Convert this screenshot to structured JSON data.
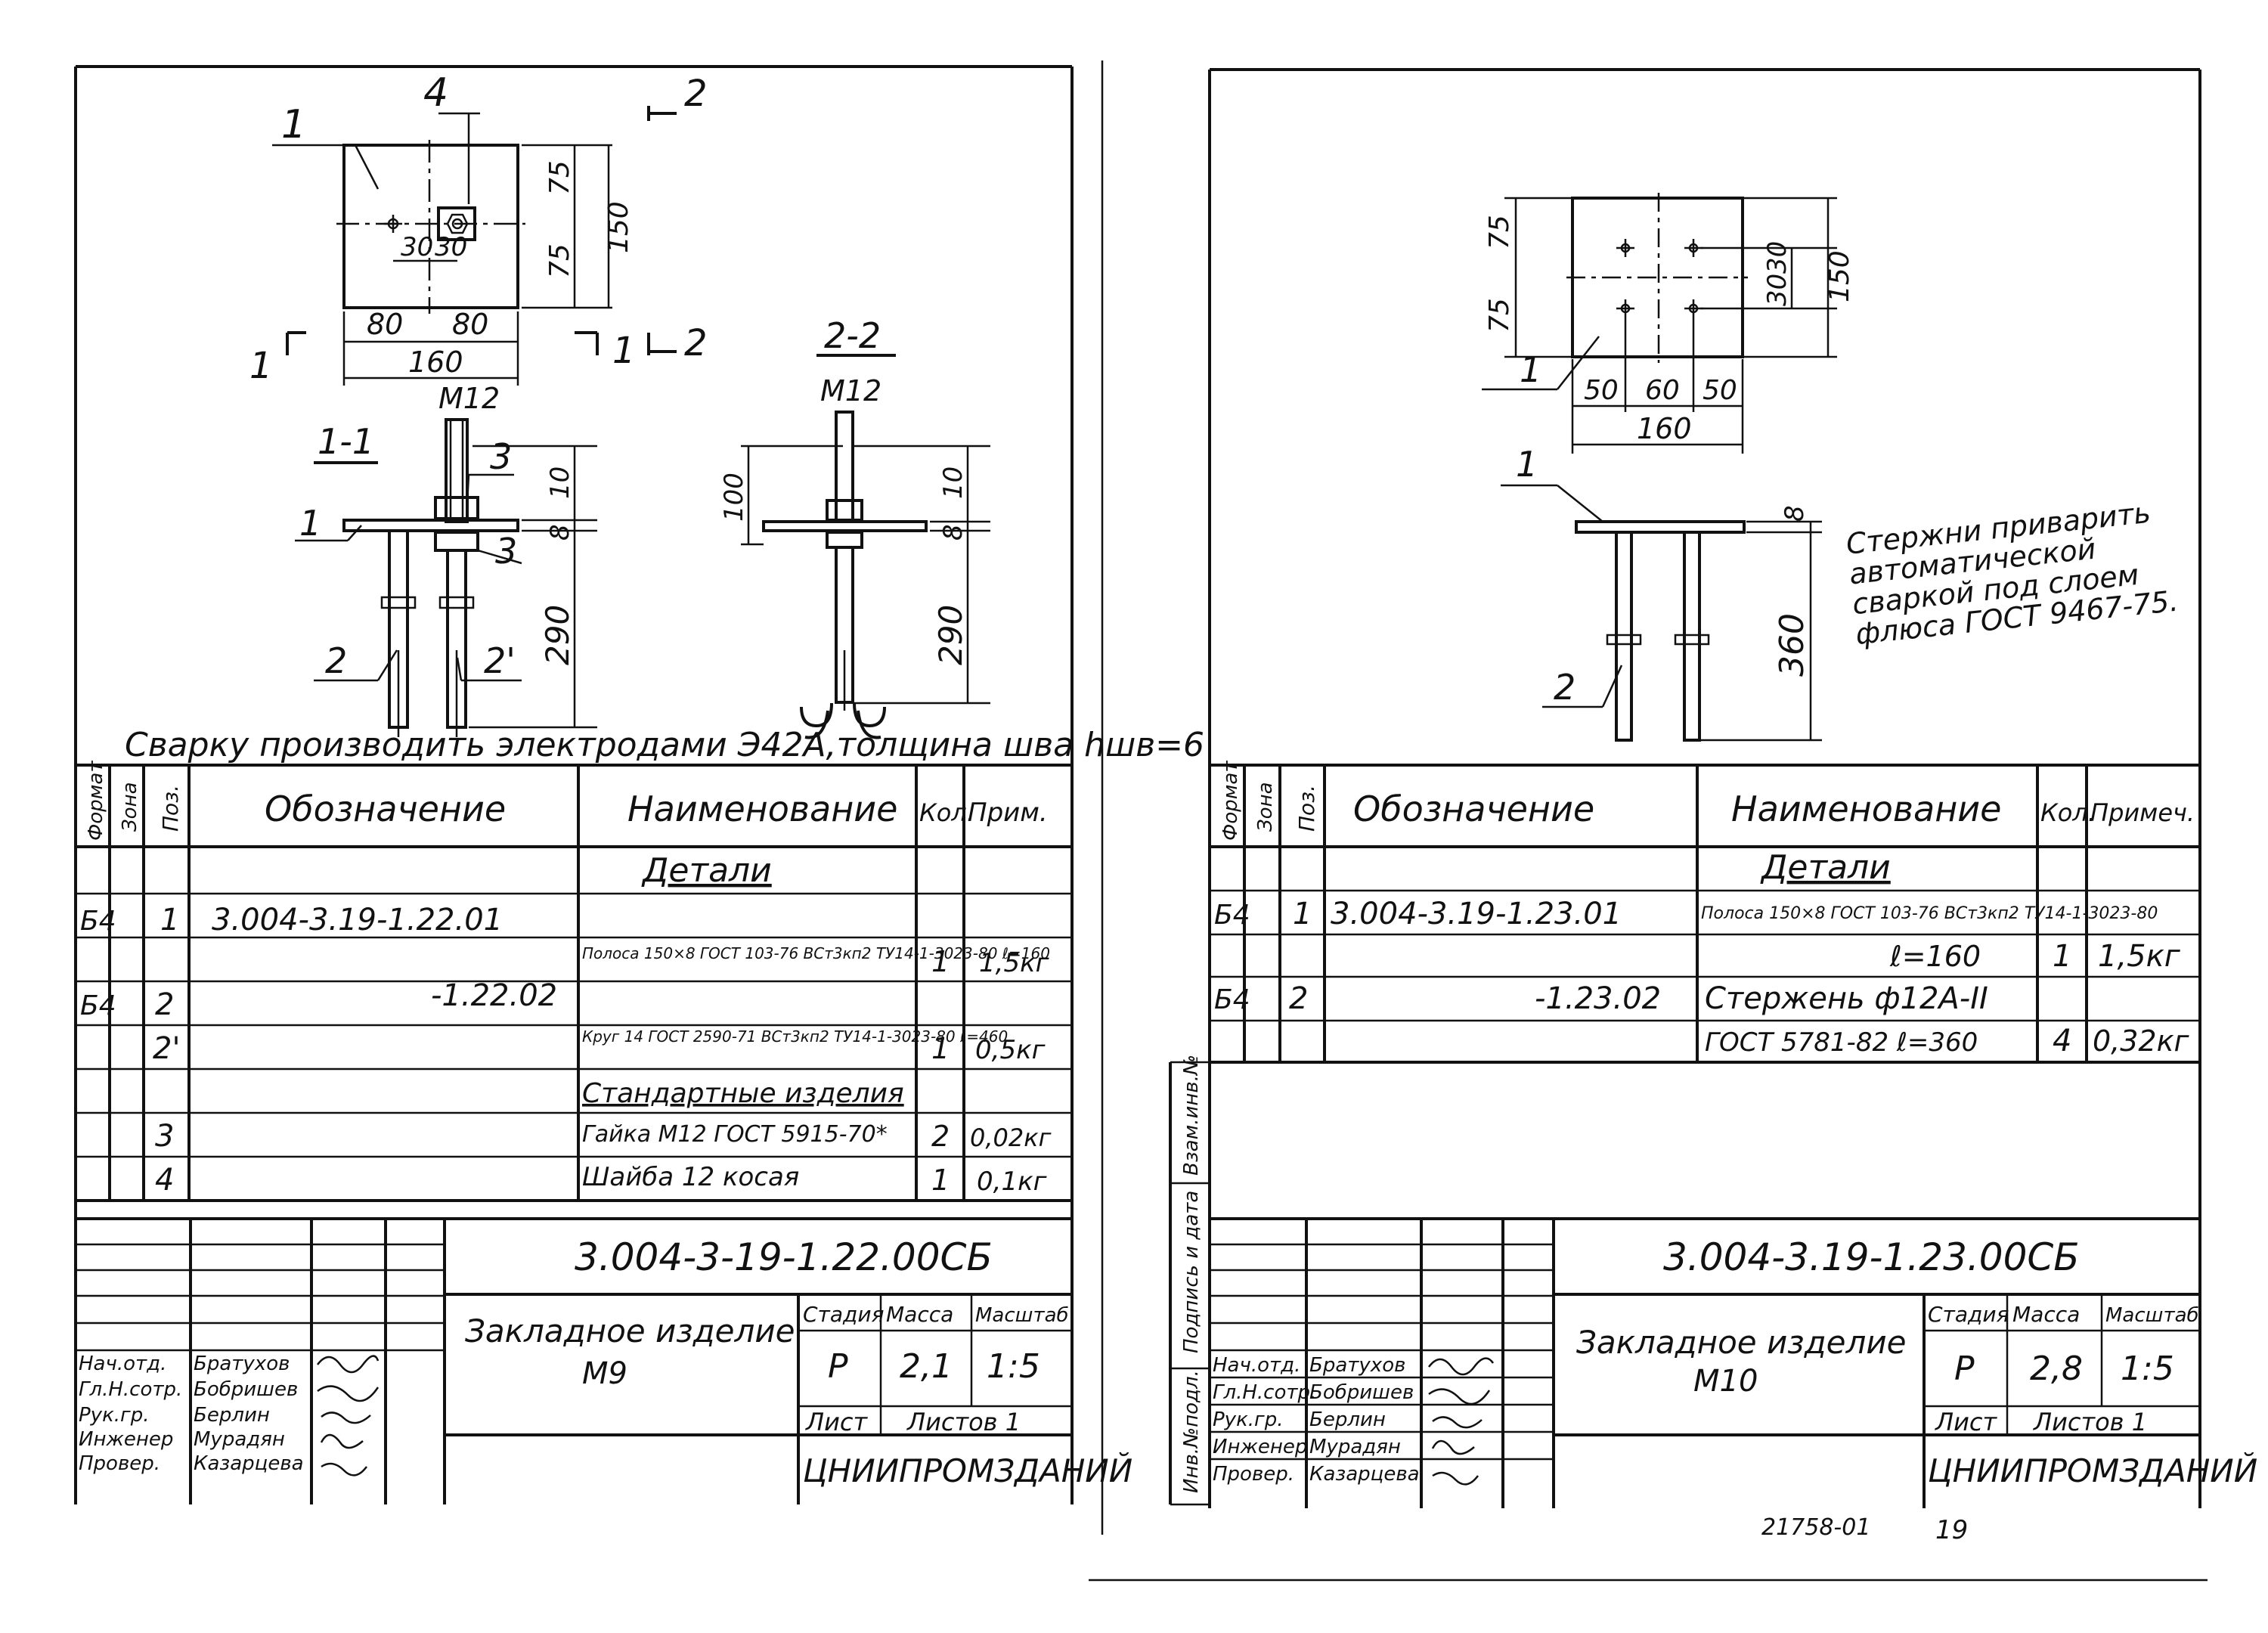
{
  "left_sheet": {
    "drawing": {
      "plan": {
        "dims_right": [
          "75",
          "75",
          "150"
        ],
        "dims_bottom": [
          "80",
          "80",
          "160"
        ],
        "dims_hole": [
          "30",
          "30"
        ],
        "callouts": [
          "1",
          "4"
        ],
        "section_marks": [
          "1",
          "1",
          "2",
          "2"
        ]
      },
      "section_1_1": {
        "title": "1-1",
        "thread": "M12",
        "callouts": [
          "1",
          "2",
          "2'",
          "3",
          "3"
        ],
        "dims": [
          "10",
          "8",
          "290"
        ]
      },
      "section_2_2": {
        "title": "2-2",
        "thread": "M12",
        "dims": [
          "100",
          "10",
          "8",
          "290"
        ]
      },
      "note": "Сварку производить электродами Э42А,толщина шва hшв=6"
    },
    "spec": {
      "headers": [
        "Формат",
        "Зона",
        "Поз.",
        "Обозначение",
        "Наименование",
        "Кол.",
        "Прим."
      ],
      "rows": [
        {
          "fmt": "",
          "zone": "",
          "pos": "",
          "designation": "",
          "name": "Детали",
          "qty": "",
          "note": "",
          "heading": true
        },
        {
          "fmt": "Б4",
          "zone": "",
          "pos": "1",
          "designation": "3.004-3.19-1.22.01",
          "name": "Полоса 150×8 ГОСТ 103-76 ВСт3кп2 ТУ14-1-3023-80 ℓ=160",
          "qty": "1",
          "note": "1,5кг",
          "heading": false
        },
        {
          "fmt": "Б4",
          "zone": "",
          "pos": "2",
          "designation": "-1.22.02",
          "name": "Круг 14 ГОСТ 2590-71 ВСт3кп2 ТУ14-1-3023-80 ℓ=460",
          "qty": "",
          "note": "",
          "heading": false
        },
        {
          "fmt": "",
          "zone": "",
          "pos": "2'",
          "designation": "",
          "name": "",
          "qty": "1",
          "note": "0,5кг",
          "heading": false
        },
        {
          "fmt": "",
          "zone": "",
          "pos": "",
          "designation": "",
          "name": "Стандартные изделия",
          "qty": "",
          "note": "",
          "heading": true
        },
        {
          "fmt": "",
          "zone": "",
          "pos": "3",
          "designation": "",
          "name": "Гайка М12 ГОСТ 5915-70*",
          "qty": "2",
          "note": "0,02кг",
          "heading": false
        },
        {
          "fmt": "",
          "zone": "",
          "pos": "4",
          "designation": "",
          "name": "Шайба 12 косая",
          "qty": "1",
          "note": "0,1кг",
          "heading": false
        }
      ]
    },
    "title_block": {
      "code": "3.004-3-19-1.22.00СБ",
      "title": "Закладное изделие",
      "mark": "М9",
      "stage_label": "Стадия",
      "mass_label": "Масса",
      "scale_label": "Масштаб",
      "stage": "Р",
      "mass": "2,1",
      "scale": "1:5",
      "sheet_label": "Лист",
      "sheets_label": "Листов 1",
      "org": "ЦНИИПРОМЗДАНИЙ",
      "roles": [
        "Нач.отд.",
        "Гл.Н.сотр.",
        "Рук.гр.",
        "Инженер",
        "Провер."
      ],
      "names": [
        "Братухов",
        "Бобришев",
        "Берлин",
        "Мурадян",
        "Казарцева"
      ]
    }
  },
  "right_sheet": {
    "drawing": {
      "plan": {
        "dims_left": [
          "75",
          "75"
        ],
        "dims_right": [
          "30",
          "30",
          "150"
        ],
        "dims_bottom": [
          "50",
          "60",
          "50",
          "160"
        ],
        "callouts": [
          "1"
        ]
      },
      "elevation": {
        "callouts": [
          "1",
          "2"
        ],
        "dims": [
          "8",
          "360"
        ]
      },
      "note": "Стержни приварить автоматической сваркой под слоем флюса ГОСТ 9467-75."
    },
    "side_stamps": [
      "Взам.инв.№",
      "Подпись и дата",
      "Инв.№подл."
    ],
    "spec": {
      "headers": [
        "Формат",
        "Зона",
        "Поз.",
        "Обозначение",
        "Наименование",
        "Кол.",
        "Примеч."
      ],
      "rows": [
        {
          "fmt": "",
          "zone": "",
          "pos": "",
          "designation": "",
          "name": "Детали",
          "qty": "",
          "note": "",
          "heading": true
        },
        {
          "fmt": "Б4",
          "zone": "",
          "pos": "1",
          "designation": "3.004-3.19-1.23.01",
          "name": "Полоса 150×8 ГОСТ 103-76 ВСт3кп2 ТУ14-1-3023-80",
          "qty": "",
          "note": "",
          "heading": false
        },
        {
          "fmt": "",
          "zone": "",
          "pos": "",
          "designation": "",
          "name": "ℓ=160",
          "qty": "1",
          "note": "1,5кг",
          "heading": false
        },
        {
          "fmt": "Б4",
          "zone": "",
          "pos": "2",
          "designation": "-1.23.02",
          "name": "Стержень ф12А-II",
          "qty": "",
          "note": "",
          "heading": false
        },
        {
          "fmt": "",
          "zone": "",
          "pos": "",
          "designation": "",
          "name": "ГОСТ 5781-82 ℓ=360",
          "qty": "4",
          "note": "0,32кг",
          "heading": false
        }
      ]
    },
    "title_block": {
      "code": "3.004-3.19-1.23.00СБ",
      "title": "Закладное изделие",
      "mark": "М10",
      "stage_label": "Стадия",
      "mass_label": "Масса",
      "scale_label": "Масштаб",
      "stage": "Р",
      "mass": "2,8",
      "scale": "1:5",
      "sheet_label": "Лист",
      "sheets_label": "Листов 1",
      "org": "ЦНИИПРОМЗДАНИЙ",
      "roles": [
        "Нач.отд.",
        "Гл.Н.сотр.",
        "Рук.гр.",
        "Инженер",
        "Провер."
      ],
      "names": [
        "Братухов",
        "Бобришев",
        "Берлин",
        "Мурадян",
        "Казарцева"
      ]
    },
    "footer": {
      "doc_no": "21758-01",
      "page": "19"
    }
  }
}
